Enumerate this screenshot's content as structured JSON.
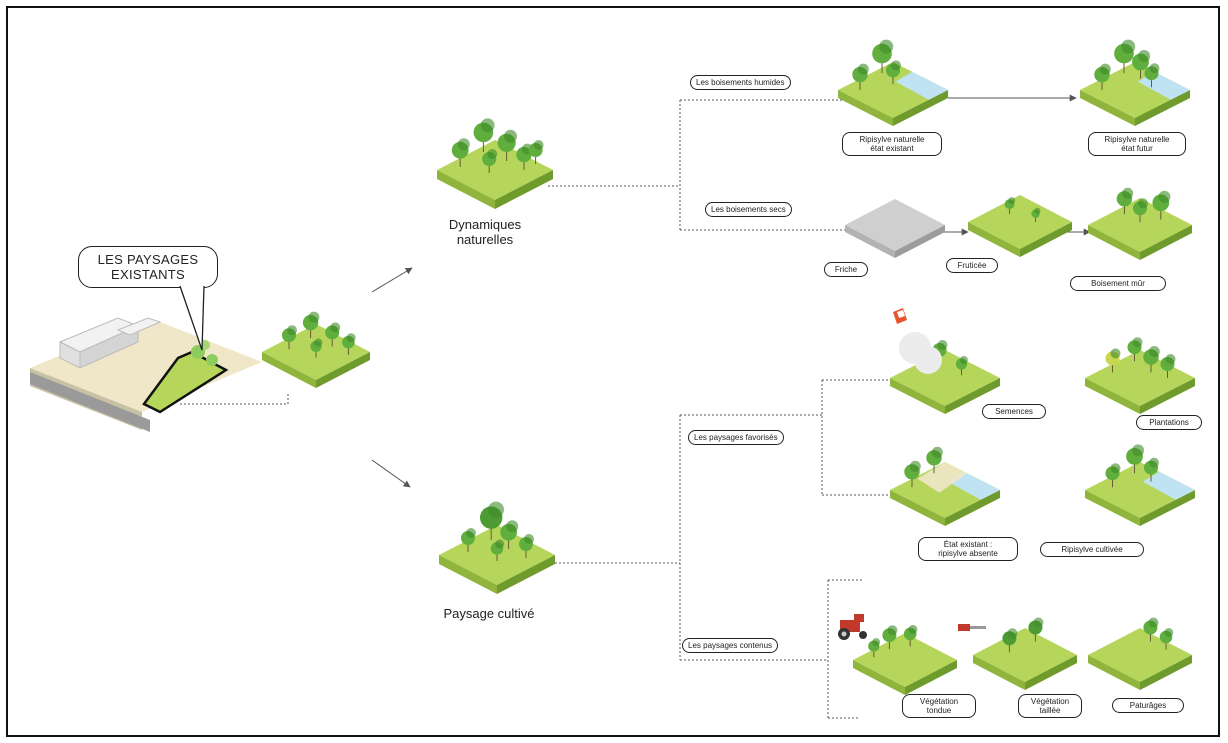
{
  "root": {
    "label": "LES PAYSAGES\nEXISTANTS"
  },
  "branches": {
    "naturelles": {
      "label": "Dynamiques\nnaturelles"
    },
    "cultive": {
      "label": "Paysage cultivé"
    }
  },
  "groups": {
    "humides": "Les boisements humides",
    "secs": "Les boisements secs",
    "favorises": "Les paysages favorisés",
    "contenus": "Les paysages contenus"
  },
  "leaves": {
    "ripisylve_existant": "Ripisylve naturelle\nétat existant",
    "ripisylve_futur": "Ripisylve naturelle\nétat futur",
    "friche": "Friche",
    "fruticee": "Fruticée",
    "boisement_mur": "Boisement mûr",
    "semences": "Semences",
    "plantations": "Plantations",
    "etat_existant": "État existant :\nripisylve absente",
    "ripisylve_cultivee": "Ripisylve cultivée",
    "vegetation_tondue": "Végétation\ntondue",
    "vegetation_taillee": "Végétation\ntaillée",
    "paturages": "Paturâges"
  },
  "colors": {
    "grass_top": "#b5d65b",
    "grass_side_left": "#8fb53c",
    "grass_side_right": "#6f9a2c",
    "tree": "#5fae3e",
    "tree_dark": "#3f8a2a",
    "water": "#bfe3f2",
    "gray_ground": "#cfcfcf",
    "sand": "#efe7c8",
    "line": "#555555"
  }
}
